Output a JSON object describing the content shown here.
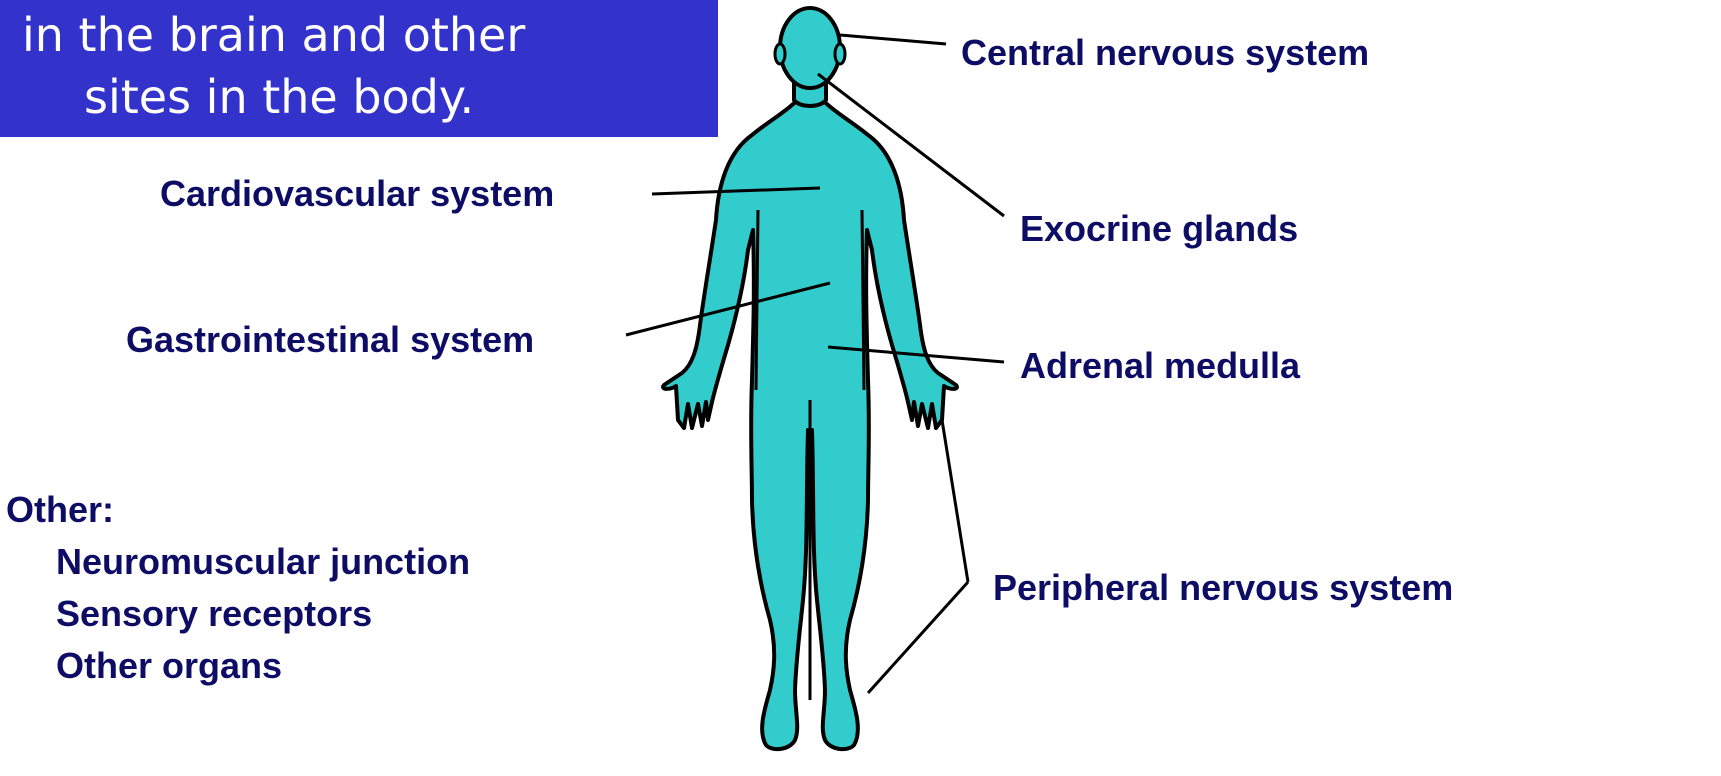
{
  "title_box": {
    "line1": "in the brain and other",
    "line2": "sites in the body."
  },
  "labels": {
    "cns": "Central nervous system",
    "cardiovascular": "Cardiovascular system",
    "exocrine": "Exocrine glands",
    "gastrointestinal": "Gastrointestinal system",
    "adrenal": "Adrenal medulla",
    "peripheral": "Peripheral nervous system"
  },
  "other": {
    "heading": "Other:",
    "items": [
      "Neuromuscular junction",
      "Sensory receptors",
      "Other organs"
    ]
  },
  "colors": {
    "title_bg": "#3333cc",
    "title_text": "#ffffff",
    "label_text": "#0d0d66",
    "body_fill": "#33cccc",
    "outline": "#000000"
  }
}
